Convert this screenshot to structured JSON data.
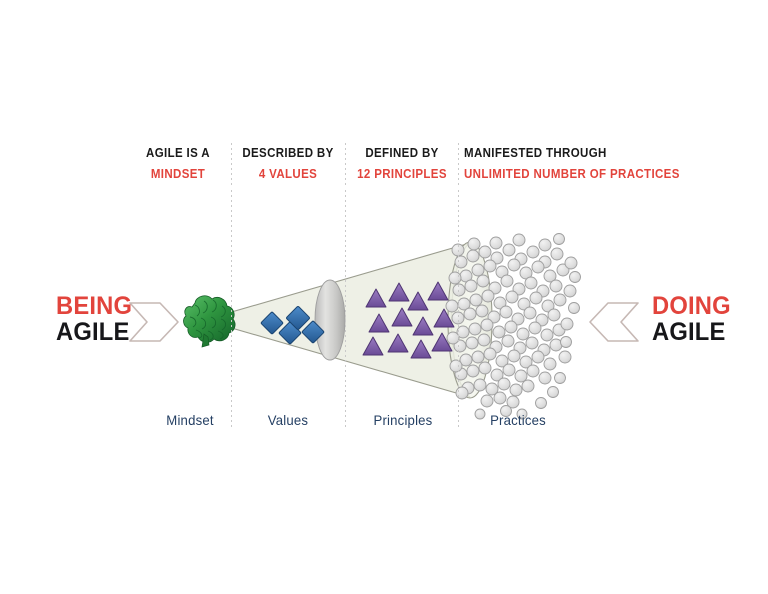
{
  "palette": {
    "background": "#ffffff",
    "accent_red": "#e2443c",
    "text_black": "#17171a",
    "label_blue": "#243f63",
    "divider_gray": "#c9c9c9",
    "cone_fill": "#eef0e6",
    "cone_stroke": "#8b8d80",
    "brain_green": "#2f8b3c",
    "diamond_blue": "#2f6fb5",
    "triangle_purple": "#7a5ba6",
    "circle_gray": "#d4d4d4",
    "arrow_stroke": "#c6b8b4"
  },
  "header": {
    "callouts": [
      {
        "lead": "AGILE IS A",
        "value": "MINDSET"
      },
      {
        "lead": "DESCRIBED BY",
        "value": "4 VALUES"
      },
      {
        "lead": "DEFINED BY",
        "value": "12 PRINCIPLES"
      },
      {
        "lead": "MANIFESTED THROUGH",
        "value": "UNLIMITED NUMBER OF PRACTICES"
      }
    ]
  },
  "left_side": {
    "line1": "BEING",
    "line2": "AGILE",
    "arrow_direction": "right"
  },
  "right_side": {
    "line1": "DOING",
    "line2": "AGILE",
    "arrow_direction": "left"
  },
  "stages": [
    {
      "label": "Mindset",
      "icon": "brain-icon",
      "count": 1
    },
    {
      "label": "Values",
      "icon": "diamond-icon",
      "count": 4
    },
    {
      "label": "Principles",
      "icon": "triangle-icon",
      "count": 12
    },
    {
      "label": "Practices",
      "icon": "circle-icon",
      "count": 120
    }
  ],
  "chart_data": {
    "type": "diagram",
    "title": "Being Agile to Doing Agile — expanding cone",
    "stage_names": [
      "Mindset",
      "Values",
      "Principles",
      "Practices"
    ],
    "stage_counts": [
      1,
      4,
      12,
      120
    ],
    "stage_count_labels": [
      "1 mindset",
      "4 values",
      "12 principles",
      "unlimited practices"
    ],
    "stage_glyphs": [
      "brain",
      "diamond",
      "triangle",
      "circle"
    ],
    "stage_colors": [
      "#2f8b3c",
      "#2f6fb5",
      "#7a5ba6",
      "#d4d4d4"
    ],
    "direction": "left-to-right expansion",
    "endpoints": [
      "BEING AGILE",
      "DOING AGILE"
    ]
  }
}
